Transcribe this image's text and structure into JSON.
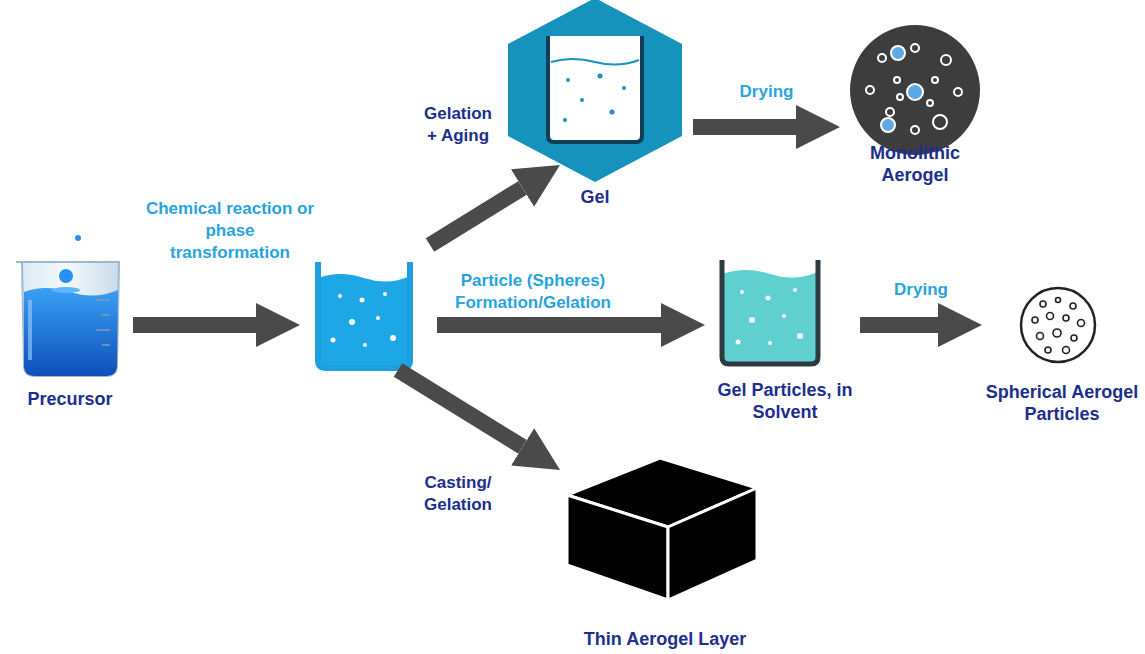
{
  "diagram": {
    "nodes": [
      {
        "text": [
          "Precursor"
        ]
      },
      {
        "text": [
          "Gel"
        ]
      },
      {
        "text": [
          "Monolithic Aerogel"
        ]
      },
      {
        "text": [
          "Gel Particles, in Solvent"
        ]
      },
      {
        "text": [
          "Spherical Aerogel Particles"
        ]
      },
      {
        "text": [
          "Thin Aerogel Layer"
        ]
      }
    ],
    "edges": [
      {
        "from": 1,
        "to": 2,
        "label": "Drying",
        "arrow": "to"
      },
      {
        "from": 3,
        "to": 4,
        "label": "Drying",
        "arrow": "to"
      }
    ],
    "labels": [
      "Chemical reaction or phase transformation",
      "Gelation + Aging",
      "Particle (Spheres) Formation/Gelation",
      "Casting/ Gelation"
    ]
  }
}
